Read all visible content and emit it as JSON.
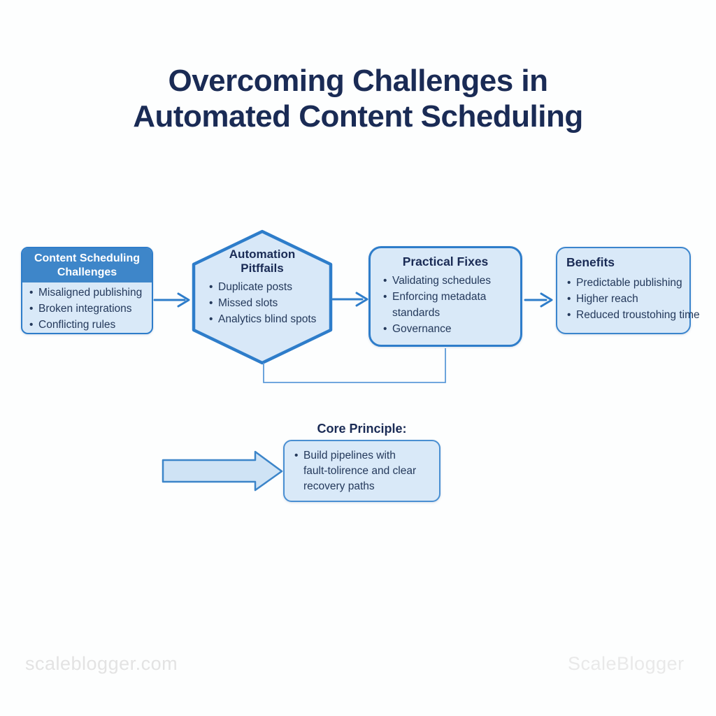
{
  "title": {
    "line1": "Overcoming Challenges in",
    "line2": "Automated Content Scheduling"
  },
  "flow": {
    "challenges": {
      "title": "Content Scheduling Challenges",
      "bullets": [
        "Misaligned publishing",
        "Broken integrations",
        "Conflicting rules"
      ]
    },
    "pitfalls": {
      "title_line1": "Automation",
      "title_line2": "Pitffails",
      "bullets": [
        "Duplicate posts",
        "Missed slots",
        "Analytics blind spots"
      ]
    },
    "fixes": {
      "title": "Practical Fixes",
      "bullets": [
        "Validating schedules",
        "Enforcing metadata standards",
        "Governance"
      ]
    },
    "benefits": {
      "title": "Benefits",
      "bullets": [
        "Predictable publishing",
        "Higher reach",
        "Reduced troustohing time"
      ]
    }
  },
  "core": {
    "label": "Core Principle:",
    "bullet": "Build pipelines with fault-tolirence and clear recovery paths"
  },
  "footer": {
    "left_watermark": "scaleblogger.com",
    "right_watermark": "ScaleBlogger"
  },
  "colors": {
    "title_navy": "#1a2b55",
    "box_border_blue": "#2e7dca",
    "header_fill_blue": "#3e86c9",
    "light_fill_blue": "#d9e9f8",
    "arrow_blue": "#2e7dca",
    "connector_blue": "#5d9bd9",
    "body_text": "#24395b",
    "watermark_gray": "#e4e4e4"
  }
}
